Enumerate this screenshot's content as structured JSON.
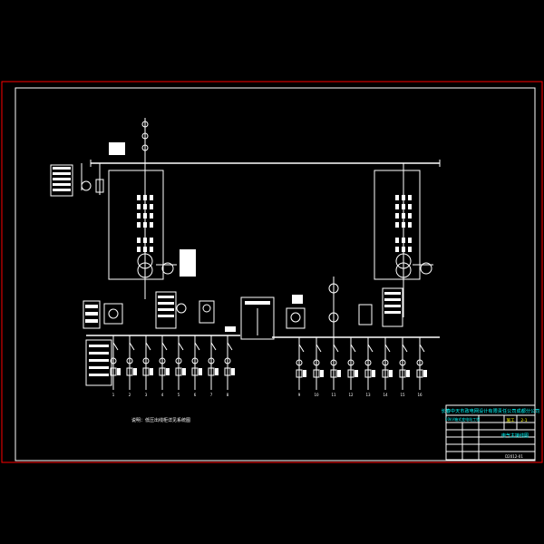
{
  "drawing": {
    "background": "#000000",
    "frame_color": "#ff0000",
    "border_color": "#ffffff",
    "line_color": "#ffffff",
    "title_color": "#00ffff",
    "accent_color": "#ffff00"
  },
  "title_block": {
    "org": "长春中天市政电网设计有限责任公司成都分公司",
    "project": "10kV箱式变电站工程",
    "sheet": "电气主接线图",
    "stage": "施工",
    "page": "2-1",
    "drawing_no": "D2012-01"
  },
  "notes": {
    "main": "说明：低压出线柜详见系统图"
  },
  "feeders": {
    "left_numbers": [
      "1",
      "2",
      "3",
      "4",
      "5",
      "6",
      "7",
      "8"
    ],
    "right_numbers": [
      "9",
      "10",
      "11",
      "12",
      "13",
      "14",
      "15",
      "16"
    ]
  }
}
